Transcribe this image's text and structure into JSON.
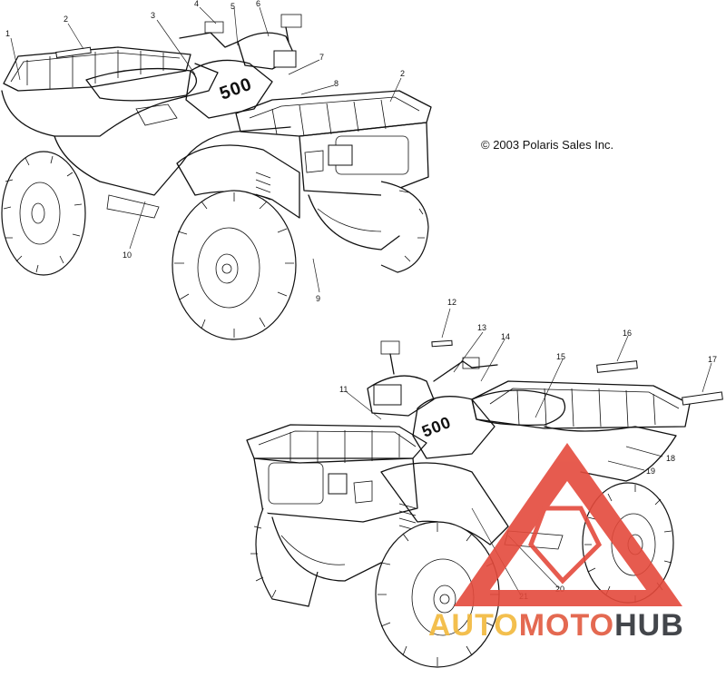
{
  "copyright": "© 2003 Polaris Sales Inc.",
  "decal_text": "500",
  "callouts_top": [
    "1",
    "2",
    "3",
    "4",
    "5",
    "6",
    "7",
    "8",
    "2",
    "9",
    "10"
  ],
  "callouts_bottom": [
    "11",
    "12",
    "13",
    "14",
    "15",
    "16",
    "17",
    "18",
    "19",
    "20",
    "21"
  ],
  "watermark": {
    "part1": "AUTO",
    "part2": "MOTO",
    "part3": "HUB",
    "colors": {
      "part1": "#f2b93b",
      "part2": "#e2593f",
      "part3": "#2f3238",
      "triangle": "#e44a3c"
    }
  }
}
